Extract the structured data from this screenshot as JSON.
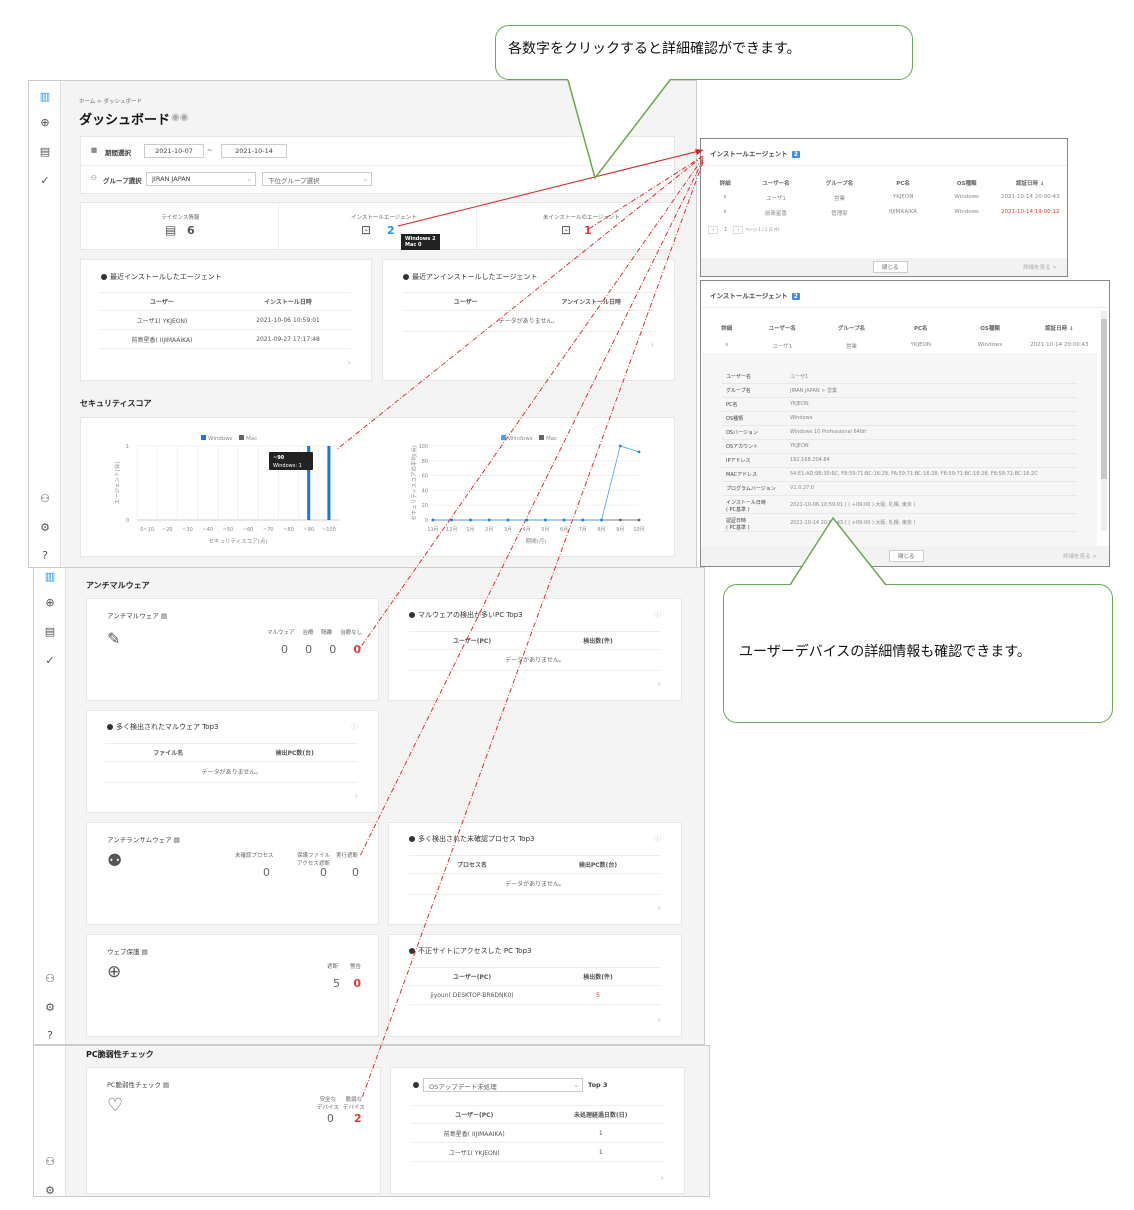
{
  "callouts": {
    "top": "各数字をクリックすると詳細確認ができます。",
    "bottom": "ユーザーデバイスの詳細情報も確認できます。"
  },
  "breadcrumb": "ホーム > ダッシュボード",
  "page_title": "ダッシュボード",
  "filters": {
    "period_label": "期間選択",
    "start_date": "2021-10-07",
    "separator": "~",
    "end_date": "2021-10-14",
    "group_label": "グループ選択",
    "group_value": "JIRAN JAPAN",
    "subgroup_placeholder": "下位グループ選択"
  },
  "summary": {
    "license": {
      "label": "ライセンス情報",
      "value": "6"
    },
    "installed": {
      "label": "インストールエージェント",
      "value": "2",
      "tooltip_line1": "Windows 2",
      "tooltip_line2": "Mac 0"
    },
    "uninstalled": {
      "label": "未インストールのエージェント",
      "value": "1"
    }
  },
  "recent_install": {
    "title": "最近インストールしたエージェント",
    "headers": [
      "ユーザー",
      "インストール日時"
    ],
    "rows": [
      [
        "ユーザ1( YKJEON)",
        "2021-10-06 10:59:01"
      ],
      [
        "前島星香( IIJIMAAIKA)",
        "2021-09-27 17:17:48"
      ]
    ]
  },
  "recent_uninstall": {
    "title": "最近アンインストールしたエージェント",
    "headers": [
      "ユーザー",
      "アンインストール日時"
    ],
    "empty": "データがありません。"
  },
  "security_score": {
    "title": "セキュリティスコア"
  },
  "chart_data": [
    {
      "type": "bar",
      "legend": [
        "Windows",
        "Mac"
      ],
      "categories": [
        "0~10",
        "~20",
        "~30",
        "~40",
        "~50",
        "~60",
        "~70",
        "~80",
        "~90",
        "~100"
      ],
      "series": [
        {
          "name": "Windows",
          "values": [
            0,
            0,
            0,
            0,
            0,
            0,
            0,
            0,
            1,
            1
          ]
        },
        {
          "name": "Mac",
          "values": [
            0,
            0,
            0,
            0,
            0,
            0,
            0,
            0,
            0,
            0
          ]
        }
      ],
      "xlabel": "セキュリティスコア(点)",
      "ylabel": "エージェント(台)",
      "ylim": [
        0,
        1
      ],
      "yticks": [
        "0",
        "1"
      ],
      "tooltip": {
        "title": "~90",
        "text": "Windows: 1"
      },
      "colors": {
        "Windows": "#1976d2",
        "Mac": "#666666"
      }
    },
    {
      "type": "line",
      "legend": [
        "Windows",
        "Mac"
      ],
      "categories": [
        "11月",
        "12月",
        "1月",
        "2月",
        "3月",
        "4月",
        "5月",
        "6月",
        "7月",
        "8月",
        "9月",
        "10月"
      ],
      "series": [
        {
          "name": "Windows",
          "values": [
            0,
            0,
            0,
            0,
            0,
            0,
            0,
            0,
            0,
            0,
            100,
            92
          ]
        },
        {
          "name": "Mac",
          "values": [
            0,
            0,
            0,
            0,
            0,
            0,
            0,
            0,
            0,
            0,
            0,
            0
          ]
        }
      ],
      "xlabel": "期間(月)",
      "ylabel": "セキュリティスコアの平均(点)",
      "ylim": [
        0,
        100
      ],
      "yticks": [
        "0",
        "20",
        "40",
        "60",
        "80",
        "100"
      ],
      "colors": {
        "Windows": "#42a5f5",
        "Mac": "#666666"
      }
    }
  ],
  "antimalware": {
    "section": "アンチマルウェア",
    "title": "アンチマルウェア",
    "labels": [
      "マルウェア",
      "治療",
      "隔離",
      "治療なし"
    ],
    "values": [
      "0",
      "0",
      "0",
      "0"
    ]
  },
  "malware_pc_top3": {
    "title": "マルウェアの検出が多いPC Top3",
    "headers": [
      "ユーザー(PC)",
      "検出数(件)"
    ],
    "empty": "データがありません。"
  },
  "malware_top3": {
    "title": "多く検出されたマルウェア Top3",
    "headers": [
      "ファイル名",
      "検出PC数(台)"
    ],
    "empty": "データがありません。"
  },
  "ransomware": {
    "title": "アンチランサムウェア",
    "labels": [
      "未確認プロセス",
      "保護ファイル\nアクセス遮断",
      "実行遮断"
    ],
    "values": [
      "0",
      "0",
      "0"
    ]
  },
  "process_top3": {
    "title": "多く検出された未確認プロセス Top3",
    "headers": [
      "プロセス名",
      "検出PC数(台)"
    ],
    "empty": "データがありません。"
  },
  "web": {
    "title": "ウェブ保護",
    "labels": [
      "遮断",
      "警告"
    ],
    "values": [
      "5",
      "0"
    ]
  },
  "bad_site_top3": {
    "title": "不正サイトにアクセスした PC Top3",
    "headers": [
      "ユーザー(PC)",
      "検出数(件)"
    ],
    "rows": [
      [
        "jiyoun( DESKTOP-BR6DNK0)",
        "5"
      ]
    ]
  },
  "vuln": {
    "section": "PC脆弱性チェック",
    "title": "PC脆弱性チェック",
    "labels": [
      "安全な\nデバイス",
      "脆弱な\nデバイス"
    ],
    "values": [
      "0",
      "2"
    ]
  },
  "os_update": {
    "select": "OSアップデート未処理",
    "suffix": "Top 3",
    "headers": [
      "ユーザー(PC)",
      "未処理経過日数(日)"
    ],
    "rows": [
      [
        "前島星香( IIJIMAAIKA)",
        "1"
      ],
      [
        "ユーザ1( YKJEON)",
        "1"
      ]
    ]
  },
  "popup1": {
    "title": "インストールエージェント",
    "count": "2",
    "headers": [
      "詳細",
      "ユーザー名",
      "グループ名",
      "PC名",
      "OS種類",
      "認証日時 ↓"
    ],
    "rows": [
      [
        "∨",
        "ユーザ1",
        "営業",
        "YKJEON",
        "Windows",
        "2021-10-14 20:00:43"
      ],
      [
        "∨",
        "前島星香",
        "管理部",
        "IIJIMAAIKA",
        "Windows",
        "2021-10-14 19:00:12"
      ]
    ],
    "page": "1",
    "page_info": "ページ 1 / 1 (2 件)",
    "close": "閉じる",
    "more": "詳細を見る >"
  },
  "popup2": {
    "title": "インストールエージェント",
    "count": "2",
    "headers": [
      "詳細",
      "ユーザー名",
      "グループ名",
      "PC名",
      "OS種類",
      "認証日時 ↓"
    ],
    "row": [
      "∧",
      "ユーザ1",
      "営業",
      "YKJEON",
      "Windows",
      "2021-10-14 20:00:43"
    ],
    "details": [
      [
        "ユーザー名",
        "ユーザ1"
      ],
      [
        "グループ名",
        "JIRAN JAPAN > 営業"
      ],
      [
        "PC名",
        "YKJEON"
      ],
      [
        "OS種類",
        "Windows"
      ],
      [
        "OSバージョン",
        "Windows 10 Professional 64bit"
      ],
      [
        "OSアカウント",
        "YKJEON"
      ],
      [
        "IPアドレス",
        "192.168.204.84"
      ],
      [
        "MACアドレス",
        "54:E1:AD:9B:30:6C, F8:59:71:BC:16:29, FA:59:71:BC:16:28, F8:59:71:BC:16:28, F8:59:71:BC:16:2C"
      ],
      [
        "プログラムバージョン",
        "V1.0.27.0"
      ],
      [
        "インストール日時\n( PC基準 )",
        "2021-10-06 10:59:01 ( ( +09:00 ) 大阪, 札幌, 東京 )"
      ],
      [
        "認証日時\n( PC基準 )",
        "2021-10-14 20:00:43 ( ( +09:00 ) 大阪, 札幌, 東京 )"
      ]
    ],
    "close": "閉じる",
    "more": "詳細を見る >"
  }
}
